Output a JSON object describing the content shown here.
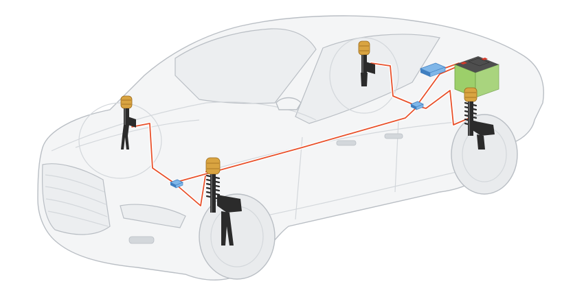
{
  "diagram": {
    "subject": "car-air-suspension-system",
    "colors": {
      "background": "#ffffff",
      "car_body": "#f4f5f6",
      "car_outline": "#b9bec4",
      "car_detail": "#d3d7db",
      "glass": "#eceef0",
      "wheel": "#e9ebed",
      "wire_red": "#e8502a",
      "wire_edge": "#ffffff",
      "control_unit": "#7fb6e8",
      "control_unit_edge": "#3f7fc0",
      "air_spring": "#d9a441",
      "air_spring_dark": "#9a6a1c",
      "damper": "#2b2b2b",
      "damper_light": "#5a5a5a",
      "battery_body": "#9ccf6a",
      "battery_top": "#4e4e4e",
      "battery_terminal_red": "#d63a2a"
    },
    "components": [
      {
        "id": "air-strut-front-left",
        "kind": "air-strut",
        "icon": "air-strut-icon"
      },
      {
        "id": "air-strut-front-right",
        "kind": "air-strut",
        "icon": "air-strut-icon"
      },
      {
        "id": "air-strut-rear-left",
        "kind": "air-strut",
        "icon": "air-strut-icon"
      },
      {
        "id": "air-strut-rear-right",
        "kind": "air-strut",
        "icon": "air-strut-icon"
      },
      {
        "id": "control-module-front",
        "kind": "control-unit",
        "icon": "control-unit-icon"
      },
      {
        "id": "control-module-rear",
        "kind": "control-unit",
        "icon": "control-unit-icon"
      },
      {
        "id": "control-module-main",
        "kind": "control-unit",
        "icon": "control-unit-icon"
      },
      {
        "id": "battery",
        "kind": "battery",
        "icon": "battery-icon"
      }
    ]
  }
}
